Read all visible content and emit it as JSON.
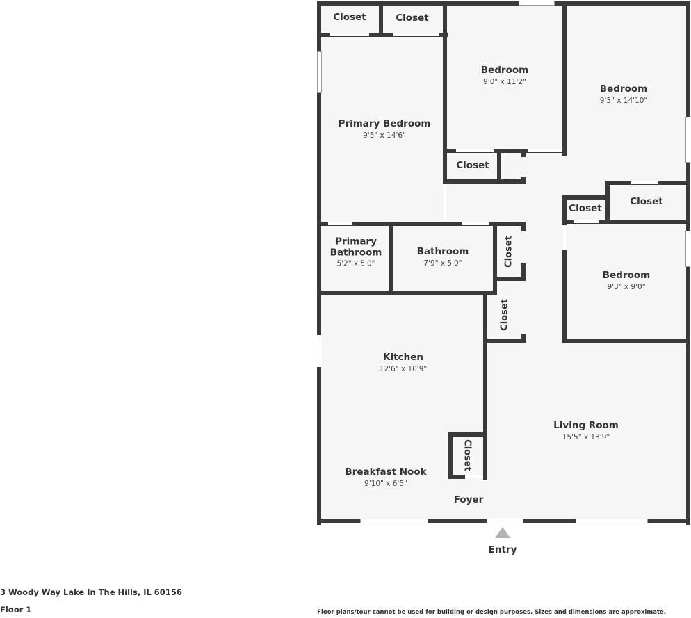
{
  "floor_plan": {
    "rooms": [
      {
        "id": "closet-top-left",
        "name": "Closet",
        "dimensions": ""
      },
      {
        "id": "closet-top-mid",
        "name": "Closet",
        "dimensions": ""
      },
      {
        "id": "primary-bedroom",
        "name": "Primary Bedroom",
        "dimensions": "9'5\" x 14'6\""
      },
      {
        "id": "bedroom-1",
        "name": "Bedroom",
        "dimensions": "9'0\" x 11'2\""
      },
      {
        "id": "bedroom-2",
        "name": "Bedroom",
        "dimensions": "9'3\" x 14'10\""
      },
      {
        "id": "closet-hall",
        "name": "Closet",
        "dimensions": ""
      },
      {
        "id": "closet-right-small",
        "name": "Closet",
        "dimensions": ""
      },
      {
        "id": "closet-right",
        "name": "Closet",
        "dimensions": ""
      },
      {
        "id": "primary-bathroom",
        "name": "Primary Bathroom",
        "name_line1": "Primary",
        "name_line2": "Bathroom",
        "dimensions": "5'2\" x 5'0\""
      },
      {
        "id": "bathroom",
        "name": "Bathroom",
        "dimensions": "7'9\" x 5'0\""
      },
      {
        "id": "closet-vertical-1",
        "name": "Closet",
        "dimensions": ""
      },
      {
        "id": "bedroom-3",
        "name": "Bedroom",
        "dimensions": "9'3\" x 9'0\""
      },
      {
        "id": "closet-vertical-2",
        "name": "Closet",
        "dimensions": ""
      },
      {
        "id": "kitchen",
        "name": "Kitchen",
        "dimensions": "12'6\" x 10'9\""
      },
      {
        "id": "living-room",
        "name": "Living Room",
        "dimensions": "15'5\" x 13'9\""
      },
      {
        "id": "closet-foyer",
        "name": "Closet",
        "dimensions": ""
      },
      {
        "id": "breakfast-nook",
        "name": "Breakfast Nook",
        "dimensions": "9'10\" x 6'5\""
      },
      {
        "id": "foyer",
        "name": "Foyer",
        "dimensions": ""
      }
    ],
    "entry_label": "Entry"
  },
  "footer": {
    "address": "3 Woody Way Lake In The Hills, IL 60156",
    "floor": "Floor 1",
    "disclaimer": "Floor plans/tour cannot be used for building or design purposes. Sizes and dimensions are approximate."
  },
  "colors": {
    "wall": "#3a3a3a",
    "floor": "#f6f6f6",
    "entry_arrow": "#b3b3b3",
    "text": "#333333"
  }
}
